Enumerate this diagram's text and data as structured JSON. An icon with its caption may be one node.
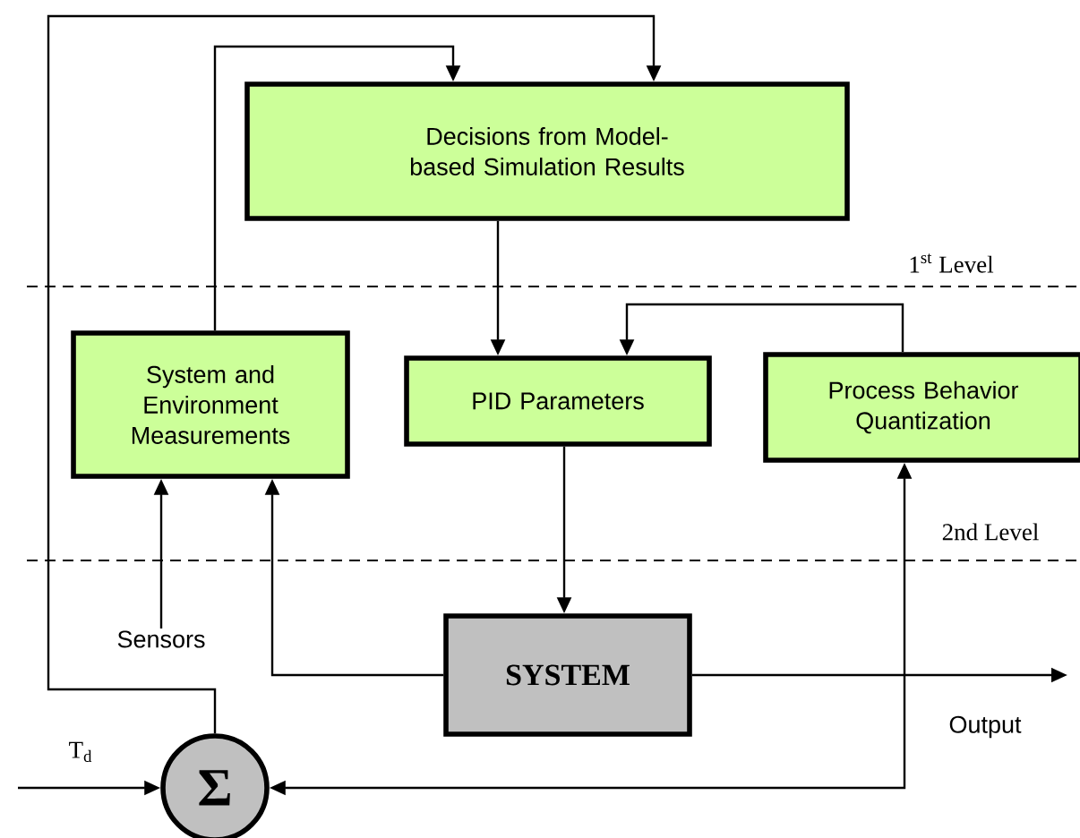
{
  "diagram": {
    "nodes": [
      {
        "text": [
          "Decisions from Model-based Simulation Results"
        ]
      },
      {
        "text": [
          "System and Environment Measurements"
        ]
      },
      {
        "text": [
          "PID Parameters"
        ]
      },
      {
        "text": [
          "Process Behavior Quantization"
        ]
      },
      {
        "text": [
          "SYSTEM"
        ]
      },
      {
        "text": [
          "Σ"
        ]
      },
      {
        "text": [
          "Sensors"
        ]
      }
    ],
    "edges": [
      {
        "from": 5,
        "to": 0,
        "arrow": "to"
      },
      {
        "from": 1,
        "to": 0,
        "arrow": "to"
      },
      {
        "from": 0,
        "to": 2,
        "arrow": "to"
      },
      {
        "from": 3,
        "to": 2,
        "arrow": "to"
      },
      {
        "from": 6,
        "to": 1,
        "arrow": "to"
      },
      {
        "from": 4,
        "to": 1,
        "arrow": "to"
      },
      {
        "from": 2,
        "to": 4,
        "arrow": "to"
      },
      {
        "from": 4,
        "to": null,
        "arrow": "to",
        "label": "Output"
      },
      {
        "from": null,
        "to": 5,
        "arrow": "to",
        "label": "T$_{d}$"
      },
      {
        "from": 3,
        "to": 5,
        "arrow": "both"
      }
    ],
    "labels": [
      "1$^{st}$ Level",
      "2nd Level"
    ]
  }
}
